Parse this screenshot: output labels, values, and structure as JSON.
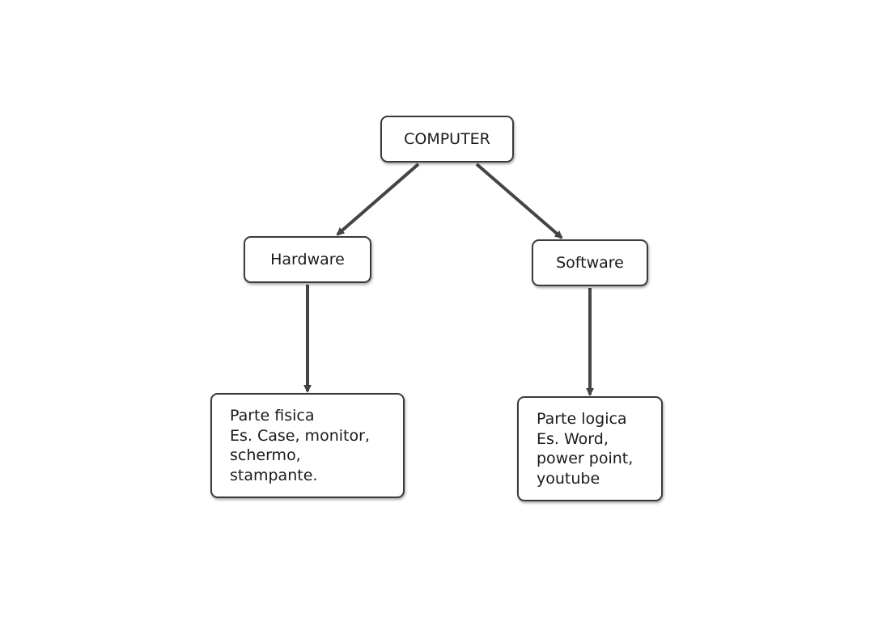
{
  "diagram": {
    "root": {
      "label": "COMPUTER"
    },
    "hardware": {
      "label": "Hardware"
    },
    "software": {
      "label": "Software"
    },
    "hardware_detail": {
      "lines": [
        "Parte fisica",
        "Es. Case, monitor,",
        "schermo,",
        "stampante."
      ]
    },
    "software_detail": {
      "lines": [
        "Parte logica",
        "Es. Word,",
        "power point,",
        "youtube"
      ]
    }
  },
  "colors": {
    "stroke": "#3a3a3a",
    "text": "#1a1a1a",
    "background": "#ffffff"
  }
}
